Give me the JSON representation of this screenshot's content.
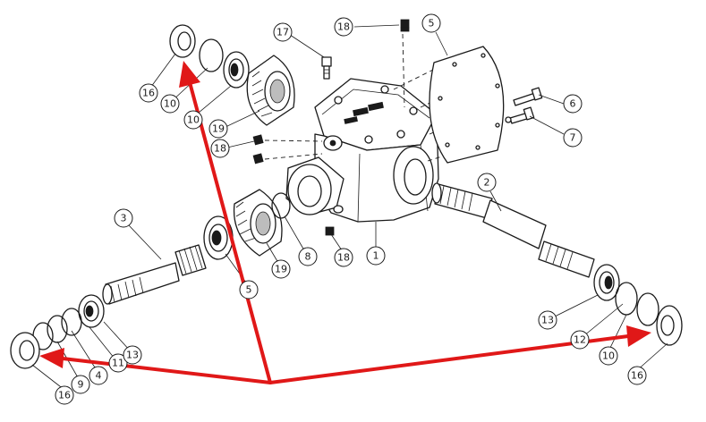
{
  "callouts": [
    {
      "label": "1"
    },
    {
      "label": "2"
    },
    {
      "label": "3"
    },
    {
      "label": "4"
    },
    {
      "label": "5"
    },
    {
      "label": "5"
    },
    {
      "label": "6"
    },
    {
      "label": "7"
    },
    {
      "label": "8"
    },
    {
      "label": "9"
    },
    {
      "label": "10"
    },
    {
      "label": "10"
    },
    {
      "label": "11"
    },
    {
      "label": "12"
    },
    {
      "label": "13"
    },
    {
      "label": "13"
    },
    {
      "label": "16"
    },
    {
      "label": "16"
    },
    {
      "label": "16"
    },
    {
      "label": "17"
    },
    {
      "label": "18"
    },
    {
      "label": "18"
    },
    {
      "label": "18"
    },
    {
      "label": "19"
    },
    {
      "label": "19"
    },
    {
      "label": "10"
    }
  ],
  "colors": {
    "arrow": "#e01818",
    "line": "#1a1a1a",
    "background": "#ffffff"
  }
}
